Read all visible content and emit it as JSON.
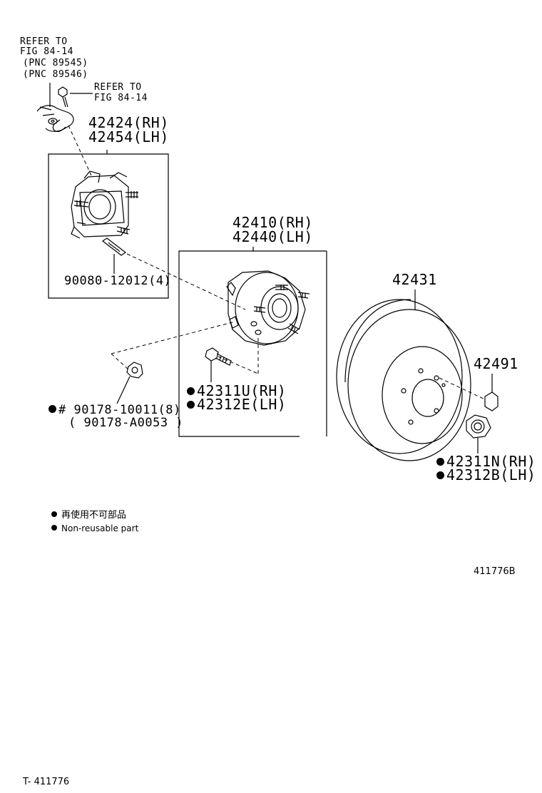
{
  "refer_sensor": {
    "line1": "REFER TO",
    "line2": "FIG 84-14",
    "pnc1": "(PNC 89545)",
    "pnc2": "(PNC 89546)"
  },
  "refer_bolt": {
    "line1": "REFER TO",
    "line2": "FIG 84-14"
  },
  "parts": {
    "carrier_rh": "42424(RH)",
    "carrier_lh": "42454(LH)",
    "stud": "90080-12012(4)",
    "hub_rh": "42410(RH)",
    "hub_lh": "42440(LH)",
    "disc": "42431",
    "plug": "42491",
    "hub_bolt_rh": "42311U(RH)",
    "hub_bolt_lh": "42312E(LH)",
    "nut_main": "# 90178-10011(8)",
    "nut_alt": "( 90178-A0053 )",
    "hub_nut_rh": "42311N(RH)",
    "hub_nut_lh": "42312B(LH)"
  },
  "legend": {
    "jp": "再使用不可部品",
    "en": "Non-reusable part"
  },
  "illustration_id": "411776B",
  "footer_id": "T- 411776"
}
